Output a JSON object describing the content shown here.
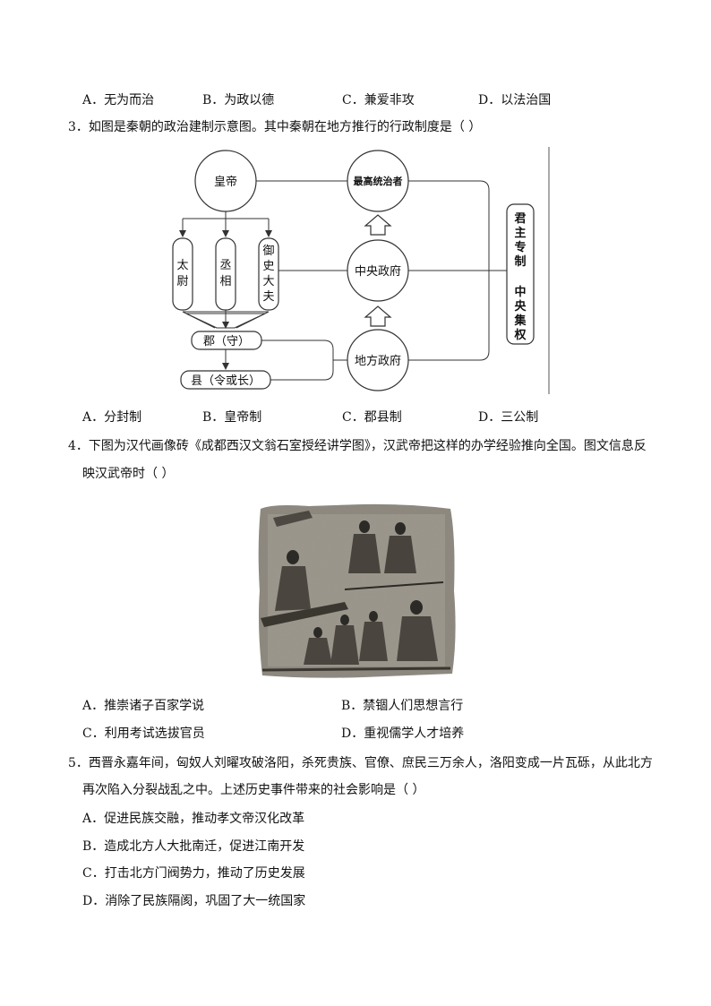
{
  "q2": {
    "options": [
      "A．无为而治",
      "B．为政以德",
      "C．兼爱非攻",
      "D．以法治国"
    ]
  },
  "q3": {
    "stem": "3．如图是秦朝的政治建制示意图。其中秦朝在地方推行的行政制度是（          ）",
    "diagram": {
      "emperor": "皇帝",
      "taiwei": [
        "太",
        "尉"
      ],
      "chengxiang": [
        "丞",
        "相"
      ],
      "yushi": [
        "御",
        "史",
        "大",
        "夫"
      ],
      "jun": "郡（守）",
      "xian": "县（令或长）",
      "supreme": "最高统治者",
      "central": "中央政府",
      "local": "地方政府",
      "side_top": [
        "君",
        "主",
        "专",
        "制"
      ],
      "side_bottom": [
        "中",
        "央",
        "集",
        "权"
      ]
    },
    "options": [
      "A．分封制",
      "B．皇帝制",
      "C．郡县制",
      "D．三公制"
    ]
  },
  "q4": {
    "stem_line1": "4．下图为汉代画像砖《成都西汉文翁石室授经讲学图》，汉武帝把这样的办学经验推向全国。图文信息反",
    "stem_line2": "映汉武帝时（   ）",
    "options": [
      "A．推崇诸子百家学说",
      "B．禁锢人们思想言行",
      "C．利用考试选拔官员",
      "D．重视儒学人才培养"
    ]
  },
  "q5": {
    "stem_line1": "5．西晋永嘉年间，匈奴人刘曜攻破洛阳，杀死贵族、官僚、庶民三万余人，洛阳变成一片瓦砾，从此北方",
    "stem_line2": "再次陷入分裂战乱之中。上述历史事件带来的社会影响是（   ）",
    "options": [
      "A．促进民族交融，推动孝文帝汉化改革",
      "B．造成北方人大批南迁，促进江南开发",
      "C．打击北方门阀势力，推动了历史发展",
      "D．消除了民族隔阂，巩固了大一统国家"
    ]
  }
}
